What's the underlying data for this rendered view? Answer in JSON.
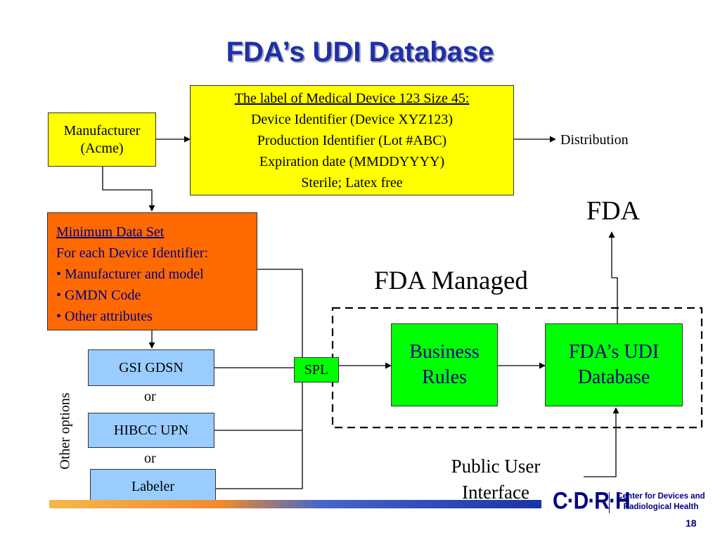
{
  "title": "FDA’s UDI Database",
  "manufacturer": {
    "line1": "Manufacturer",
    "line2": "(Acme)"
  },
  "label_box": {
    "heading": "The label of Medical Device 123 Size 45:",
    "lines": [
      "Device Identifier (Device XYZ123)",
      "Production Identifier (Lot #ABC)",
      "Expiration date (MMDDYYYY)",
      "Sterile; Latex free"
    ]
  },
  "distribution": "Distribution",
  "fda": "FDA",
  "fda_managed": "FDA Managed",
  "minimum_data_set": {
    "heading": "Minimum Data Set",
    "lines": [
      "For each Device Identifier:",
      "• Manufacturer and model",
      "• GMDN Code",
      "• Other attributes"
    ]
  },
  "options": {
    "gsi_gdsn": "GSI GDSN",
    "or_1": "or",
    "hibcc_upn": "HIBCC UPN",
    "or_2": "or",
    "labeler": "Labeler",
    "side_label": "Other options"
  },
  "spl": "SPL",
  "business_rules": {
    "line1": "Business",
    "line2": "Rules"
  },
  "udi_database": {
    "line1": "FDA’s UDI",
    "line2": "Database"
  },
  "public_user_interface": {
    "line1": "Public User",
    "line2": "Interface"
  },
  "footer": {
    "logo_mark": "C·D·R·H",
    "logo_line1": "Center for Devices and",
    "logo_line2": "Radiological Health",
    "page_number": "18"
  },
  "colors": {
    "title": "#1f2fa8",
    "manufacturer_fill": "#ffff00",
    "label_fill": "#ffff00",
    "data_set_fill": "#ff6a00",
    "green_fill": "#00ff00",
    "option_fill": "#99ccff",
    "spl_fill": "#00ff00",
    "navy_text": "#000080"
  }
}
